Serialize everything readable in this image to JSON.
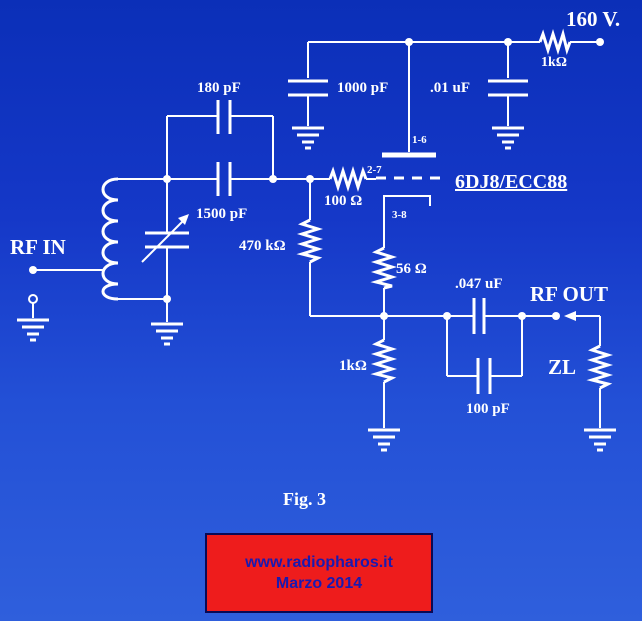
{
  "labels": {
    "supply": "160 V.",
    "r_supply": "1kΩ",
    "c_bypass_1": "1000 pF",
    "c_bypass_2": ".01 uF",
    "c_top": "180 pF",
    "c_bottom": "1500 pF",
    "r_grid": "100 Ω",
    "r_bias": "470 kΩ",
    "pin_plate": "1-6",
    "pin_grid": "2-7",
    "pin_cathode": "3-8",
    "tube": "6DJ8/ECC88",
    "r_cathode": "56 Ω",
    "r_load": "1kΩ",
    "c_out": ".047 uF",
    "c_out_trim": "100 pF",
    "rf_in": "RF IN",
    "rf_out": "RF OUT",
    "zl": "ZL",
    "caption": "Fig. 3"
  },
  "credit": {
    "site": "www.radiopharos.it",
    "date": "Marzo 2014"
  },
  "colors": {
    "background_top": "#0b2fb8",
    "background_bottom": "#2f5fdc",
    "wire": "#ffffff",
    "credit_box": "#ee1c1c",
    "credit_text": "#1a1ab0"
  }
}
